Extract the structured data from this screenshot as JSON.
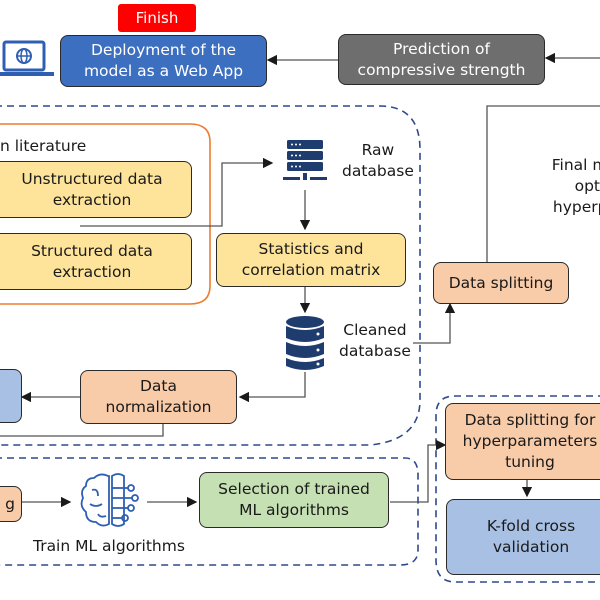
{
  "finish": "Finish",
  "deploy": [
    "Deployment of the",
    "model as a Web App"
  ],
  "prediction": [
    "Prediction of",
    "compressive strength"
  ],
  "literature_label": "n literature",
  "unstructured": [
    "Unstructured data",
    "extraction"
  ],
  "structured": [
    "Structured data",
    "extraction"
  ],
  "raw_db": [
    "Raw",
    "database"
  ],
  "stats": [
    "Statistics and",
    "correlation matrix"
  ],
  "cleaned_db": [
    "Cleaned",
    "database"
  ],
  "normalization": [
    "Data",
    "normalization"
  ],
  "data_splitting": "Data splitting",
  "final_model": [
    "Final mo",
    "opt",
    "hyperpa"
  ],
  "train_left_box": "g",
  "train_ml": "Train ML algorithms",
  "selection": [
    "Selection of trained",
    "ML algorithms"
  ],
  "split_tuning": [
    "Data splitting for",
    "hyperparameters",
    "tuning"
  ],
  "kfold": [
    "K-fold cross",
    "validation"
  ],
  "icons": {
    "laptop": "laptop-globe-icon",
    "server": "server-icon",
    "database": "database-icon",
    "brain": "brain-circuit-icon"
  },
  "colors": {
    "yellow": "#fde49a",
    "peach": "#f8cba9",
    "green": "#c5e0b3",
    "blue": "#3c6fc0",
    "light_blue": "#a8c0e3",
    "gray": "#6e6e6e",
    "red": "#ff0000",
    "dashed": "#2f4a8a",
    "orange_border": "#ed7d31"
  }
}
